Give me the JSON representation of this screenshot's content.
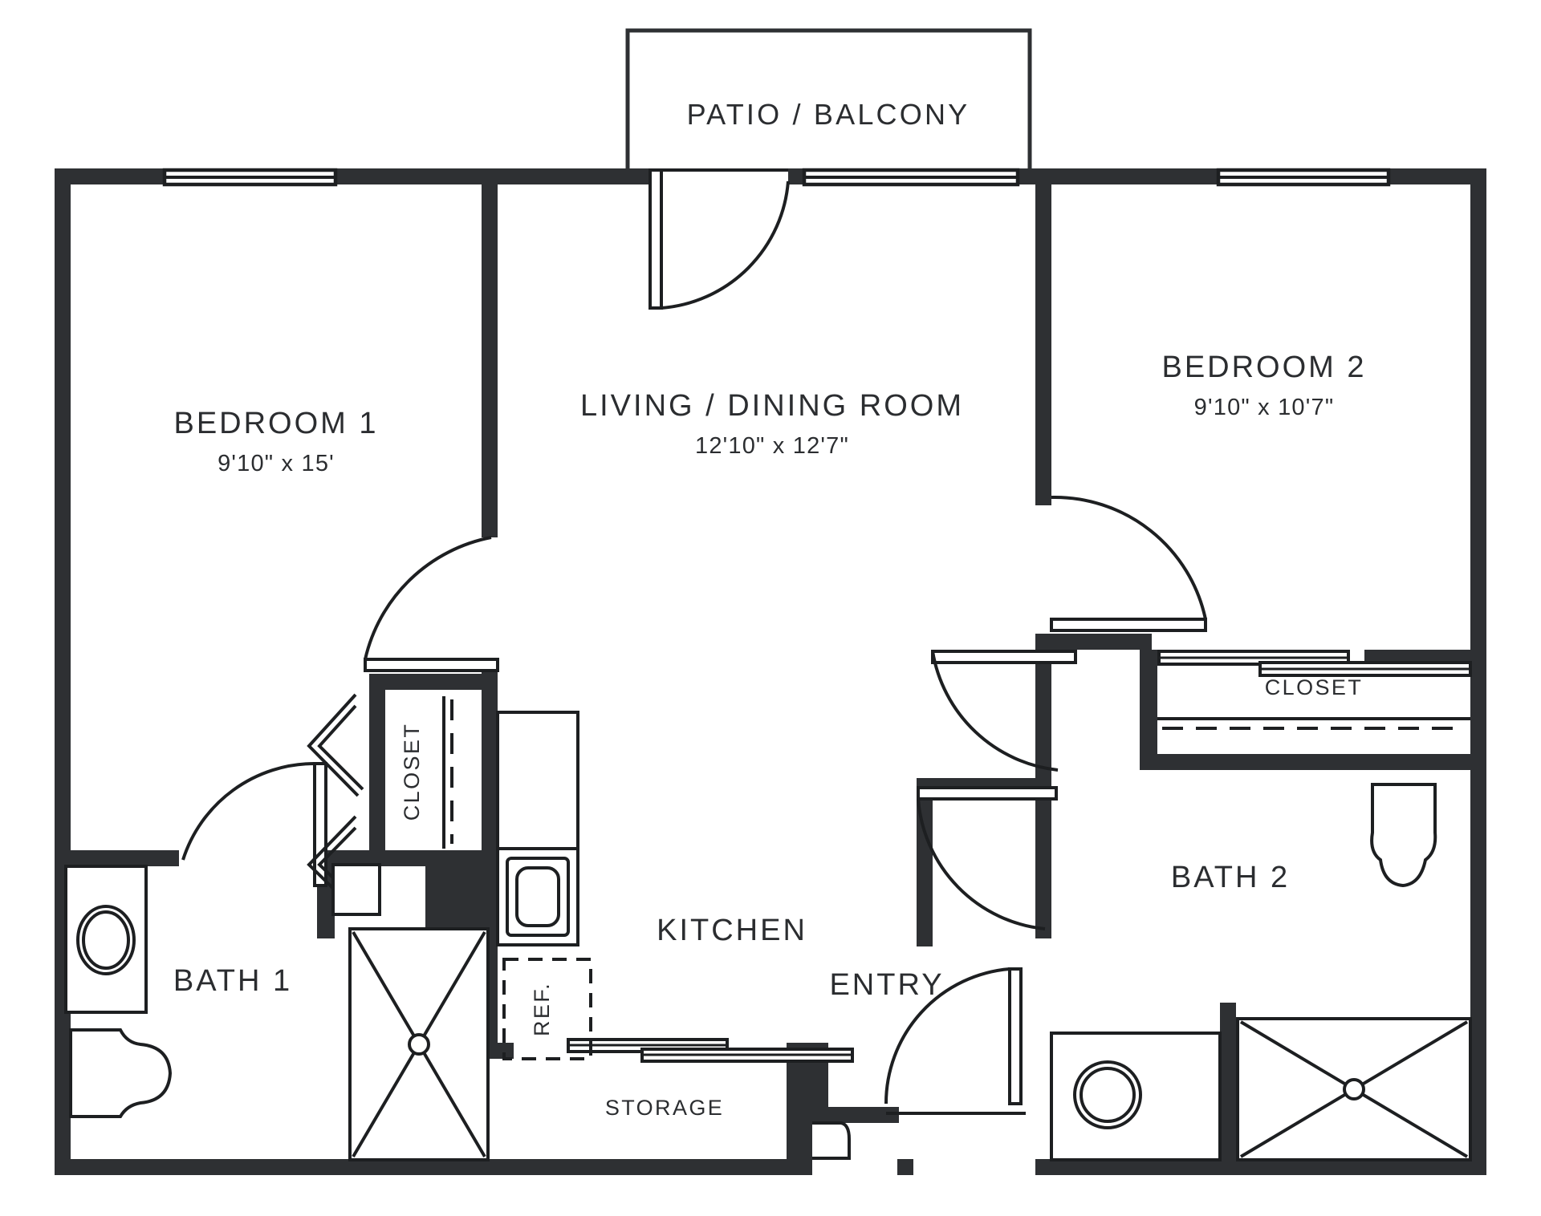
{
  "plan": {
    "background_color": "#ffffff",
    "wall_color": "#2e3033",
    "line_color": "#1d1f21"
  },
  "rooms": {
    "patio": {
      "name": "PATIO / BALCONY"
    },
    "bedroom1": {
      "name": "BEDROOM 1",
      "dimensions": "9'10\" x 15'"
    },
    "living": {
      "name": "LIVING / DINING ROOM",
      "dimensions": "12'10\" x 12'7\""
    },
    "bedroom2": {
      "name": "BEDROOM 2",
      "dimensions": "9'10\" x 10'7\""
    },
    "bath1": {
      "name": "BATH 1"
    },
    "bath2": {
      "name": "BATH 2"
    },
    "kitchen": {
      "name": "KITCHEN"
    },
    "entry": {
      "name": "ENTRY"
    },
    "storage": {
      "name": "STORAGE"
    },
    "closet_bedroom1": {
      "name": "CLOSET"
    },
    "closet_bedroom2": {
      "name": "CLOSET"
    },
    "refrigerator": {
      "name": "REF."
    }
  },
  "fixtures": [
    {
      "id": "bath1-vanity-sink",
      "label": ""
    },
    {
      "id": "bath1-toilet",
      "label": ""
    },
    {
      "id": "bath1-shower",
      "label": ""
    },
    {
      "id": "bath2-toilet",
      "label": ""
    },
    {
      "id": "bath2-vanity-sink",
      "label": ""
    },
    {
      "id": "bath2-shower",
      "label": ""
    },
    {
      "id": "kitchen-range",
      "label": ""
    },
    {
      "id": "kitchen-sink-counter",
      "label": ""
    }
  ],
  "openings": [
    {
      "id": "bedroom1-window",
      "type": "window"
    },
    {
      "id": "living-patio-window",
      "type": "window"
    },
    {
      "id": "bedroom2-window",
      "type": "window"
    },
    {
      "id": "patio-door",
      "type": "swing-door"
    },
    {
      "id": "bedroom1-door",
      "type": "swing-door"
    },
    {
      "id": "bath1-door",
      "type": "swing-door"
    },
    {
      "id": "bedroom2-door",
      "type": "swing-door"
    },
    {
      "id": "bath2-door",
      "type": "swing-door"
    },
    {
      "id": "entry-door",
      "type": "swing-door"
    },
    {
      "id": "closet-bedroom1-doors",
      "type": "bifold"
    },
    {
      "id": "closet-bedroom2-doors",
      "type": "sliding"
    },
    {
      "id": "storage-doors",
      "type": "sliding"
    }
  ]
}
